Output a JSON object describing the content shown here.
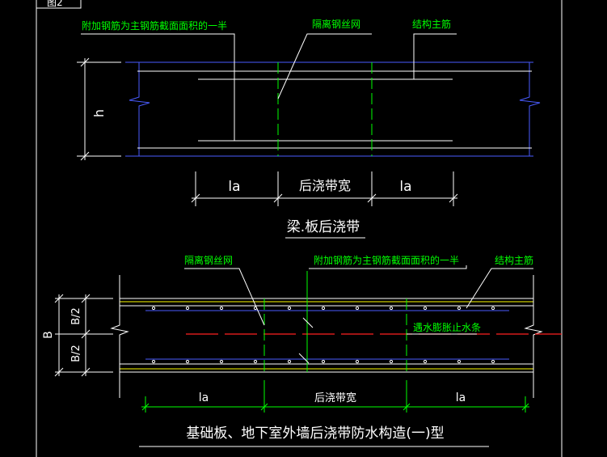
{
  "frame_label": "图2",
  "top_section": {
    "callout_added_rebar": "附加钢筋为主钢筋截面面积的一半",
    "callout_mesh": "隔离钢丝网",
    "callout_main_rebar": "结构主筋",
    "dim_height": "h",
    "dim_la_left": "la",
    "dim_band_width": "后浇带宽",
    "dim_la_right": "la",
    "title": "梁.板后浇带"
  },
  "bottom_section": {
    "callout_mesh": "隔离钢丝网",
    "callout_added_rebar": "附加钢筋为主钢筋截面面积的一半",
    "callout_main_rebar": "结构主筋",
    "callout_waterstop": "遇水膨胀止水条",
    "dim_total": "B",
    "dim_half_top": "B/2",
    "dim_half_bottom": "B/2",
    "dim_la_left": "la",
    "dim_band_width": "后浇带宽",
    "dim_la_right": "la",
    "title": "基础板、地下室外墙后浇带防水构造(一)型"
  },
  "colors": {
    "background": "#000000",
    "frame": "#ffffff",
    "concrete_edge": "#4a5cff",
    "rebar": "#ffffff",
    "band_edge": "#00ff00",
    "waterstop": "#ff2020",
    "bottom_concrete_edge": "#ffff00",
    "callout_text": "#00ff00"
  }
}
